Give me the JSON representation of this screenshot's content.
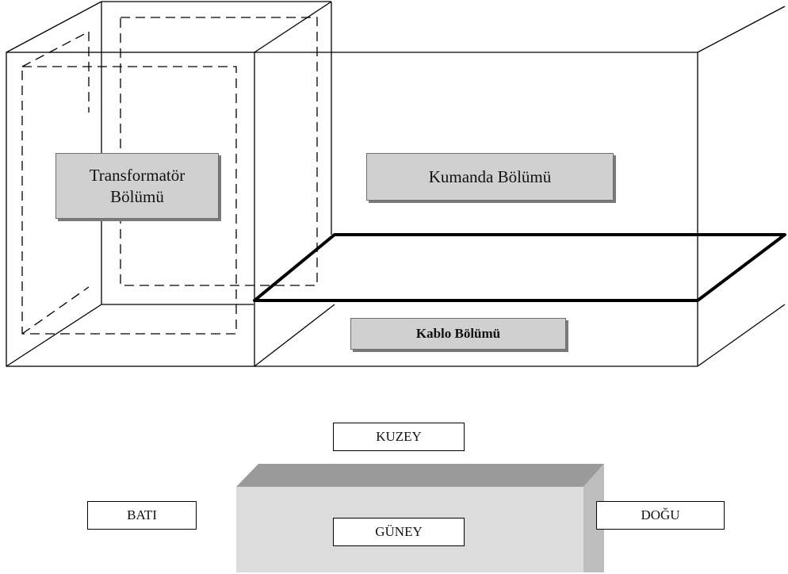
{
  "labels": {
    "transformer_section": "Transformatör\nBölümü",
    "control_section": "Kumanda Bölümü",
    "cable_section": "Kablo Bölümü"
  },
  "compass": {
    "north": "KUZEY",
    "south": "GÜNEY",
    "west": "BATI",
    "east": "DOĞU"
  },
  "colors": {
    "label_fill": "#d0d0d0",
    "block_front": "#dcdcdc",
    "block_top": "#9a9a9a"
  }
}
